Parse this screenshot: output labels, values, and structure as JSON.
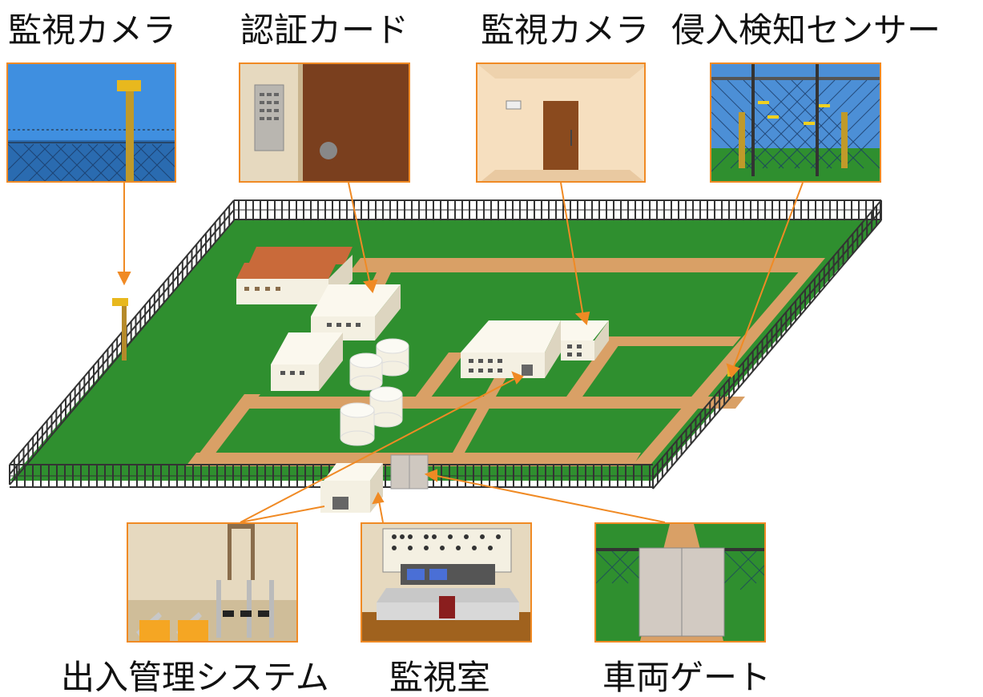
{
  "labels": {
    "camera_outdoor": "監視カメラ",
    "auth_card": "認証カード",
    "camera_indoor": "監視カメラ",
    "intrusion_sensor": "侵入検知センサー",
    "access_control": "出入管理システム",
    "monitoring_room": "監視室",
    "vehicle_gate": "車両ゲート"
  },
  "colors": {
    "accent_orange": "#f08a24",
    "grass": "#2e8b2e",
    "path": "#d9a066",
    "fence": "#333333",
    "building": "#f4f0e2",
    "sky": "#3f8fe0"
  }
}
